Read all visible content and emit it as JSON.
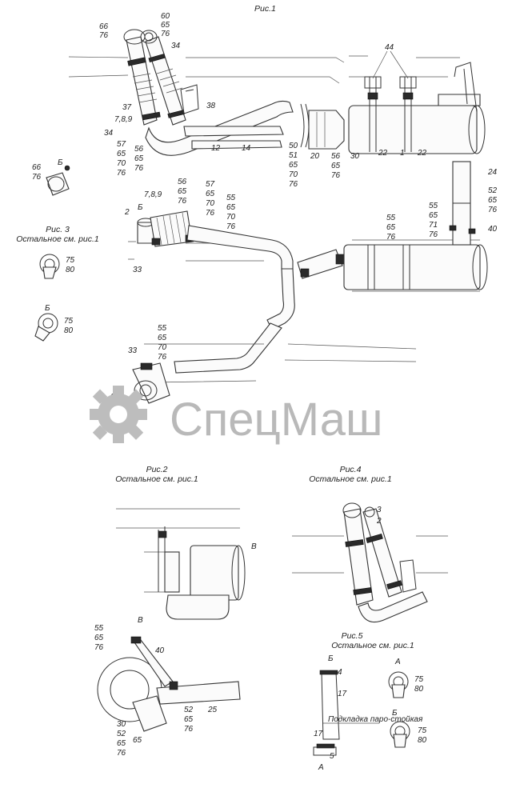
{
  "captions": {
    "fig1": "Рис.1",
    "fig2": "Рис.2",
    "fig2_note": "Остальное см. рис.1",
    "fig3": "Рис. 3",
    "fig3_note": "Остальное см. рис.1",
    "fig4": "Рис.4",
    "fig4_note": "Остальное см. рис.1",
    "fig5": "Рис.5",
    "fig5_note": "Остальное см. рис.1"
  },
  "watermark": {
    "text": "СпецМаш",
    "color": "#b9b9b9",
    "icon": "gear-icon"
  },
  "view_letters": {
    "b": "Б",
    "a": "А",
    "v": "В"
  },
  "fig5_note_text": "Подкладка паро-стойкая",
  "callouts": {
    "c66_76": [
      "66",
      "76"
    ],
    "c60_65_76": [
      "60",
      "65",
      "76"
    ],
    "c34a": "34",
    "c44": "44",
    "c37_789": [
      "37",
      "7,8,9"
    ],
    "c34b": "34",
    "c38": "38",
    "c57_65_70_76": [
      "57",
      "65",
      "70",
      "76"
    ],
    "c56_65_76a": [
      "56",
      "65",
      "76"
    ],
    "c12": "12",
    "c14": "14",
    "c50_51_65_70_76": [
      "50",
      "51",
      "65",
      "70",
      "76"
    ],
    "c20": "20",
    "c56_65_76b": [
      "56",
      "65",
      "76"
    ],
    "c30": "30",
    "c22a": "22",
    "c1": "1",
    "c22b": "22",
    "c24": "24",
    "c52_65_76": [
      "52",
      "65",
      "76"
    ],
    "c40": "40",
    "c55_65_71_76": [
      "55",
      "65",
      "71",
      "76"
    ],
    "c55_65_76": [
      "55",
      "65",
      "76"
    ],
    "c789": "7,8,9",
    "c56_65_76c": [
      "56",
      "65",
      "76"
    ],
    "c57_65_70_76b": [
      "57",
      "65",
      "70",
      "76"
    ],
    "c55_65_70_76a": [
      "55",
      "65",
      "70",
      "76"
    ],
    "c2a": "2",
    "c33a": "33",
    "c66_76_f3": [
      "66",
      "76"
    ],
    "c75_80a": [
      "75",
      "80"
    ],
    "c75_80b": [
      "75",
      "80"
    ],
    "c55_65_70_76b": [
      "55",
      "65",
      "70",
      "76"
    ],
    "c33b": "33",
    "c2b": "2",
    "f2_55_65_76": [
      "55",
      "65",
      "76"
    ],
    "f2_40": "40",
    "f2_52_65_76": [
      "52",
      "65",
      "76"
    ],
    "f2_25": "25",
    "f2_30_52_65_76": [
      "30",
      "52",
      "65",
      "76"
    ],
    "f2_65": "65",
    "f4_3": "3",
    "f4_2": "2",
    "f5_4": "4",
    "f5_17a": "17",
    "f5_17b": "17",
    "f5_5": "5",
    "f5_75_80a": [
      "75",
      "80"
    ],
    "f5_75_80b": [
      "75",
      "80"
    ]
  }
}
